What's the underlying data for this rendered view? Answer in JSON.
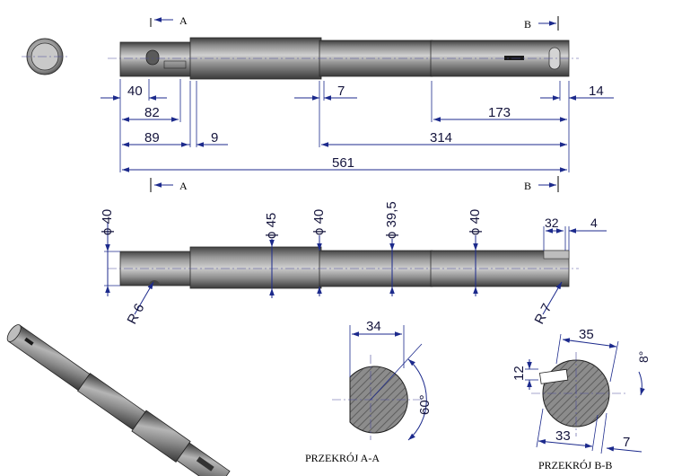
{
  "section_marks": {
    "a_top": "A",
    "a_bottom": "A",
    "b_top": "B",
    "b_bottom": "B"
  },
  "top_view": {
    "dim_40": "40",
    "dim_82": "82",
    "dim_89": "89",
    "dim_9": "9",
    "dim_7": "7",
    "dim_173": "173",
    "dim_14": "14",
    "dim_314": "314",
    "dim_561": "561"
  },
  "side_view": {
    "dia_40_left": "ϕ 40",
    "dia_45": "ϕ 45",
    "dia_40_mid": "ϕ 40",
    "dia_39_5": "ϕ 39,5",
    "dia_40_right": "ϕ 40",
    "dim_32": "32",
    "dim_4": "4",
    "radius_6": "R 6",
    "radius_7": "R 7"
  },
  "section_a": {
    "dim_34": "34",
    "angle_60": "60°",
    "caption": "PRZEKRÓJ A-A"
  },
  "section_b": {
    "dim_35": "35",
    "dim_12": "12",
    "angle_8": "8°",
    "dim_33": "33",
    "dim_7": "7",
    "caption": "PRZEKRÓJ B-B"
  },
  "colors": {
    "dimension_line": "#1c2a8c",
    "shaft_dark": "#5a5a5a",
    "shaft_light": "#b8b8b8",
    "section_hatch": "#6a6a6a"
  }
}
